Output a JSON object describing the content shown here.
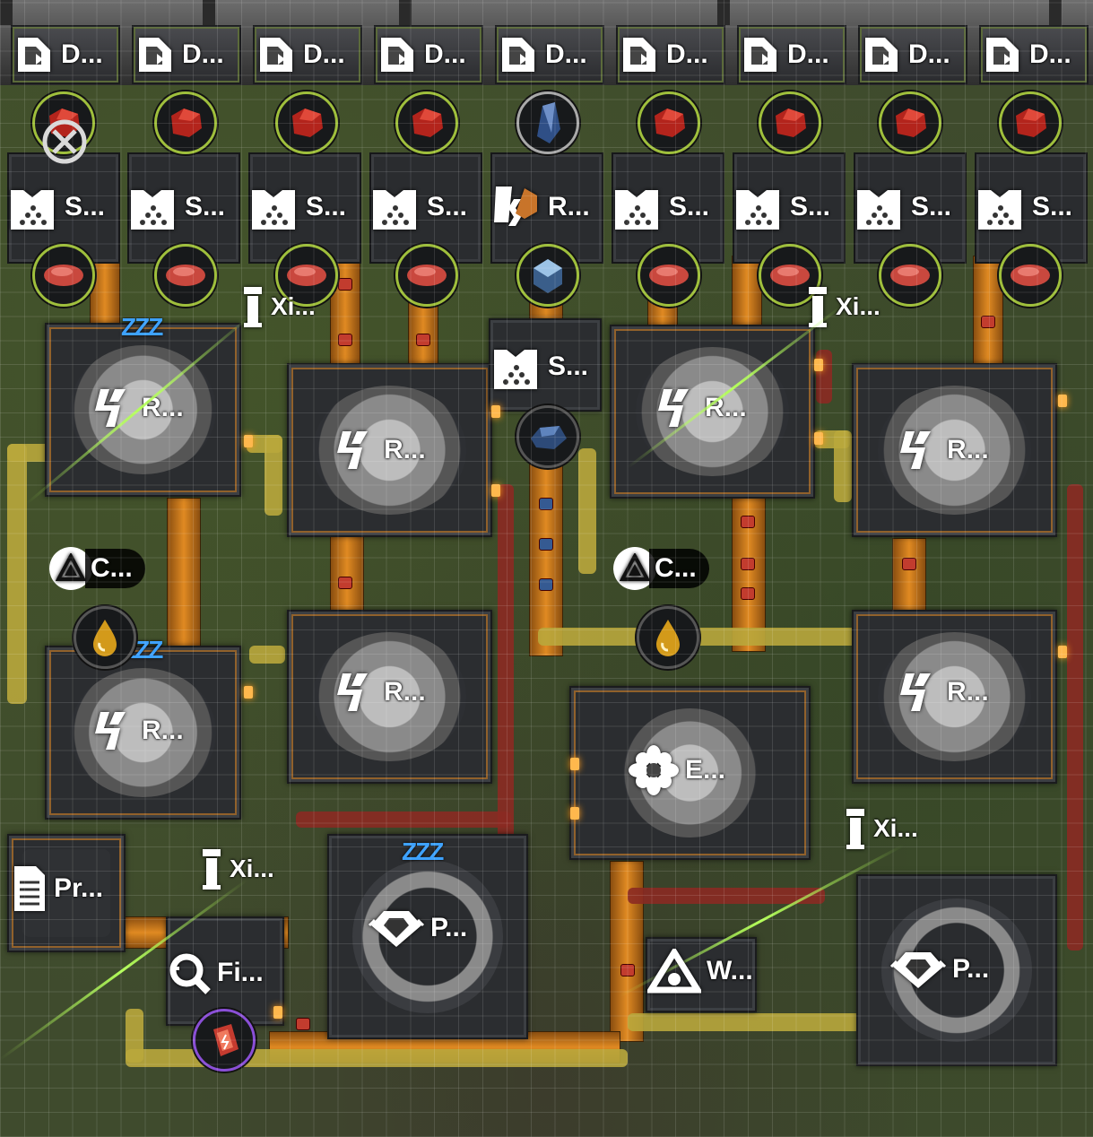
{
  "colors": {
    "ground": "#3f4b2d",
    "belt": "#e08a22",
    "pipe_yellow": "#b9a73c",
    "pipe_red": "#8b2a22",
    "ring_green": "#9fbf3c",
    "ring_purple": "#8a4fd6",
    "sleep_blue": "#3ea2ff"
  },
  "depots": [
    "D...",
    "D...",
    "D...",
    "D...",
    "D...",
    "D...",
    "D...",
    "D...",
    "D..."
  ],
  "smelters": [
    "S...",
    "S...",
    "S...",
    "S...",
    "R...",
    "S...",
    "S...",
    "S...",
    "S..."
  ],
  "refinery_labels": [
    "R...",
    "R...",
    "R...",
    "R...",
    "R...",
    "R...",
    "R..."
  ],
  "center_smelter": "S...",
  "crushers": [
    "C...",
    "C..."
  ],
  "xi_labels": [
    "Xi...",
    "Xi...",
    "Xi...",
    "Xi..."
  ],
  "processor": "Pr...",
  "filter": "Fi...",
  "packers": [
    "P...",
    "P..."
  ],
  "electro": "E...",
  "water": "W...",
  "sleep_text": "ZZZ",
  "icons": {
    "depot": "depot-icon",
    "smelter": "smelter-icon",
    "refinery": "refinery-icon",
    "crusher": "crusher-icon",
    "xi": "pylon-icon",
    "processor": "document-icon",
    "filter": "filter-icon",
    "packer": "packer-icon",
    "electro": "flower-icon",
    "water": "water-icon",
    "disabled": "cancel-icon"
  }
}
